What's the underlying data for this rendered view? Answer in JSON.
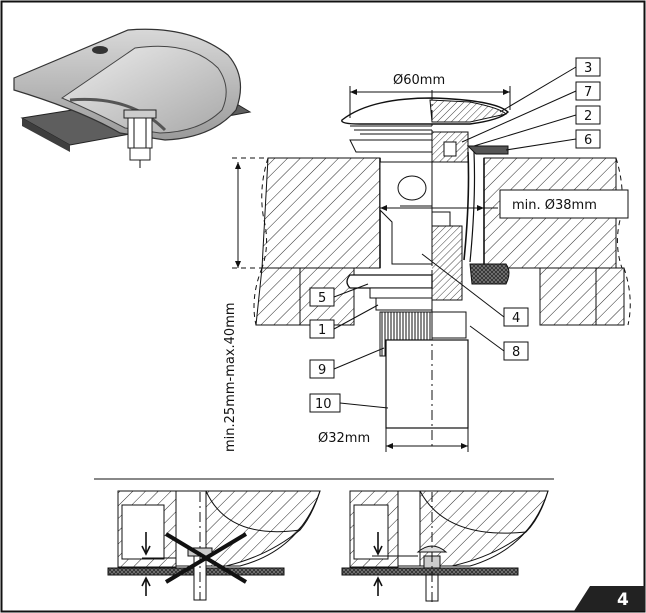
{
  "dimensions": {
    "top_diameter": "Ø60mm",
    "hole_diameter": "min. Ø38mm",
    "thickness_range": "min.25mm-max.40mm",
    "tail_diameter": "Ø32mm"
  },
  "part_labels": [
    "1",
    "2",
    "3",
    "4",
    "5",
    "6",
    "7",
    "8",
    "9",
    "10"
  ],
  "page_number": "4"
}
